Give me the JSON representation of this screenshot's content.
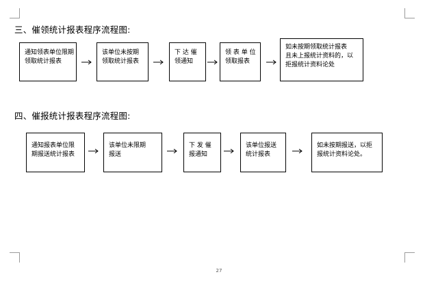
{
  "section3": {
    "heading": "三、催领统计报表程序流程图:",
    "boxes": [
      {
        "line1": "通知领表单位限期",
        "line2": "领取统计报表"
      },
      {
        "line1": "该单位未按期",
        "line2": "领取统计报表"
      },
      {
        "line1": "下 达 催",
        "line2": "领通知"
      },
      {
        "line1": "领 表 单 位",
        "line2": "领取报表"
      },
      {
        "line1": "如未按期领取统计报表",
        "line2": "且未上报统计资料的，以",
        "line3": "拒报统计资料论处"
      }
    ]
  },
  "section4": {
    "heading": "四、催报统计报表程序流程图:",
    "boxes": [
      {
        "line1": "通知报表单位限",
        "line2": "期报送统计报表"
      },
      {
        "line1": "该单位未限期",
        "line2": "报送"
      },
      {
        "line1": "下 发 催",
        "line2": "报通知"
      },
      {
        "line1": "该单位报送",
        "line2": "统计报表"
      },
      {
        "line1": "如未按期报送，以拒",
        "line2": "报统计资料论处。"
      }
    ]
  },
  "footer": {
    "page_number": "27"
  }
}
